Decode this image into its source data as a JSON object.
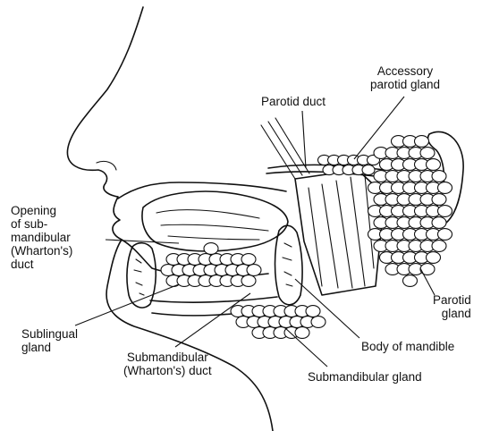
{
  "labels": {
    "accessory_parotid_gland": "Accessory\nparotid gland",
    "parotid_duct": "Parotid duct",
    "opening_submandibular_duct": "Opening\nof sub-\nmandibular\n(Wharton's)\nduct",
    "parotid_gland": "Parotid\ngland",
    "sublingual_gland": "Sublingual\ngland",
    "body_of_mandible": "Body of mandible",
    "submandibular_duct": "Submandibular\n(Wharton's) duct",
    "submandibular_gland": "Submandibular gland"
  }
}
